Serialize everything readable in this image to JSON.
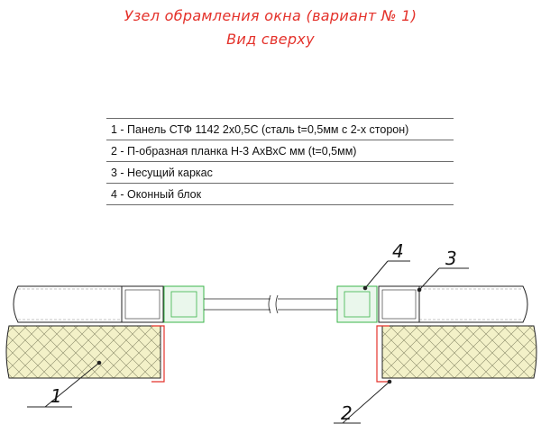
{
  "title": {
    "line1": "Узел обрамления окна (вариант № 1)",
    "line2": "Вид сверху"
  },
  "legend": {
    "items": [
      {
        "label": "1 - Панель СТФ 1142 2х0,5С (сталь t=0,5мм с 2-х сторон)"
      },
      {
        "label": "2 - П-образная планка Н-3 АхВхС мм (t=0,5мм)"
      },
      {
        "label": "3 - Несущий каркас"
      },
      {
        "label": "4 - Оконный блок"
      }
    ]
  },
  "callouts": {
    "c1": "1",
    "c2": "2",
    "c3": "3",
    "c4": "4"
  },
  "colors": {
    "title": "#e4322b",
    "insulation_fill": "#f3f1c8",
    "insulation_hatch": "#8a8a6a",
    "flashing": "#e4322b",
    "window_frame": "#3bb54a",
    "line": "#222222"
  }
}
